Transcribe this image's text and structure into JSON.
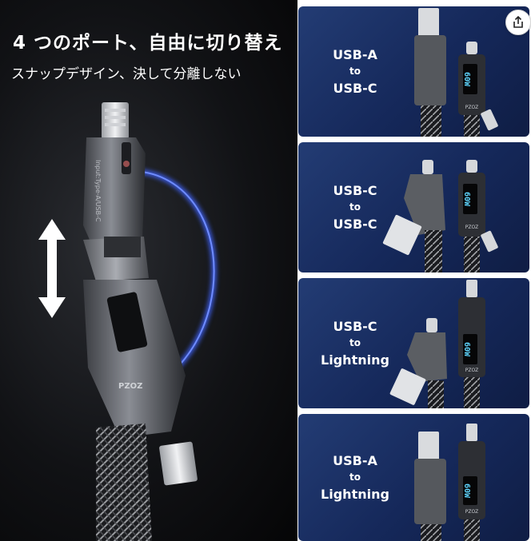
{
  "hero": {
    "headline": "4 つのポート、自由に切り替え",
    "subline": "スナップデザイン、決して分離しない"
  },
  "panels": [
    {
      "from": "USB-A",
      "connector": "to",
      "to": "USB-C",
      "display": "60W"
    },
    {
      "from": "USB-C",
      "connector": "to",
      "to": "USB-C",
      "display": "60W"
    },
    {
      "from": "USB-C",
      "connector": "to",
      "to": "Lightning",
      "display": "60W"
    },
    {
      "from": "USB-A",
      "connector": "to",
      "to": "Lightning",
      "display": "60W"
    }
  ],
  "brand": "PZOZ",
  "colors": {
    "panel_blue": "#1b2f63",
    "ring_blue": "#3f63ff",
    "display_cyan": "#5fd6ff"
  },
  "icons": {
    "share": "share-icon",
    "swap": "double-arrow-icon"
  }
}
